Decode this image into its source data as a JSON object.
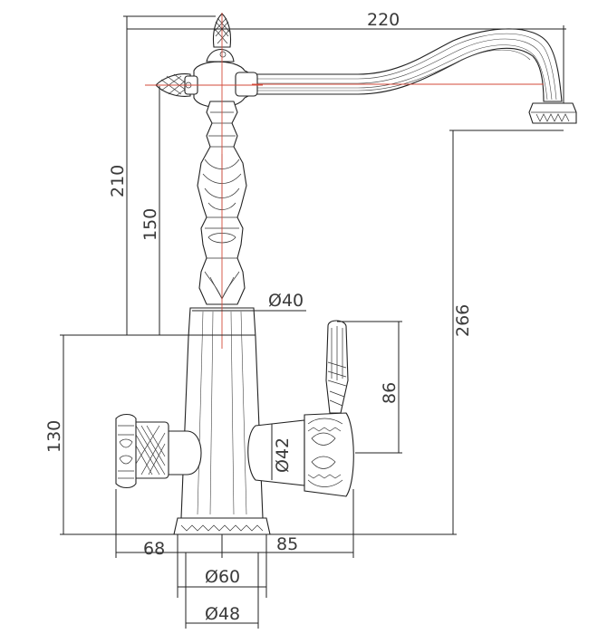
{
  "drawing": {
    "colors": {
      "line": "#222222",
      "centerline": "#d34a3a",
      "text": "#3a3a3a",
      "background": "#ffffff"
    },
    "dimensions": {
      "spout_reach": "220",
      "total_height": "210",
      "mount_to_spout": "150",
      "column_diameter": "Ø40",
      "spout_outlet_height": "266",
      "base_height": "130",
      "handle_height": "86",
      "handle_diameter": "Ø42",
      "left_reach": "68",
      "right_reach": "85",
      "base_diameter": "Ø60",
      "shank_diameter": "Ø48"
    }
  }
}
